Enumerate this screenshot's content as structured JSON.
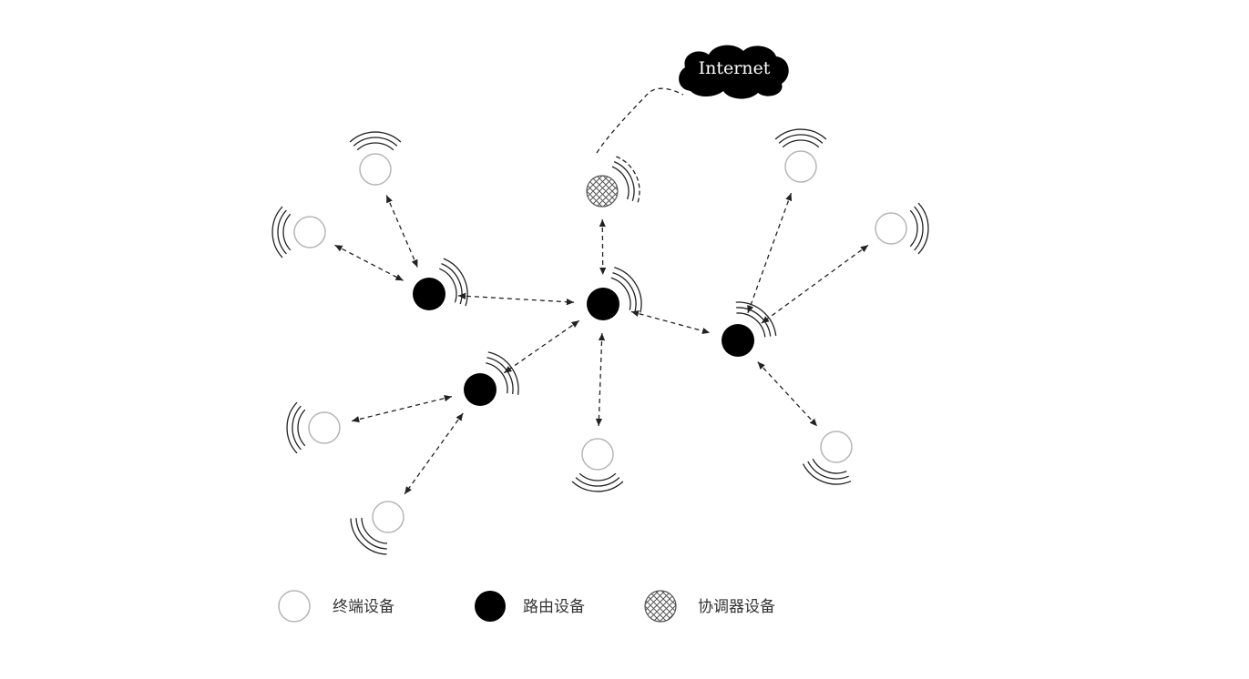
{
  "cloud": {
    "label": "Internet"
  },
  "legend": {
    "end_device": "终端设备",
    "router": "路由设备",
    "coordinator": "协调器设备"
  },
  "colors": {
    "stroke": "#222222",
    "end_device_stroke": "#b5b5b5",
    "router_fill": "#000000",
    "background": "#ffffff"
  },
  "nodes": [
    {
      "id": "coordinator",
      "type": "coordinator"
    },
    {
      "id": "router-center",
      "type": "router"
    },
    {
      "id": "router-left",
      "type": "router"
    },
    {
      "id": "router-lower-left",
      "type": "router"
    },
    {
      "id": "router-right",
      "type": "router"
    },
    {
      "id": "end-1",
      "type": "end"
    },
    {
      "id": "end-2",
      "type": "end"
    },
    {
      "id": "end-3",
      "type": "end"
    },
    {
      "id": "end-4",
      "type": "end"
    },
    {
      "id": "end-5",
      "type": "end"
    },
    {
      "id": "end-6",
      "type": "end"
    },
    {
      "id": "end-7",
      "type": "end"
    },
    {
      "id": "end-8",
      "type": "end"
    }
  ],
  "links": [
    [
      "coordinator",
      "router-center"
    ],
    [
      "router-left",
      "router-center"
    ],
    [
      "router-center",
      "router-right"
    ],
    [
      "router-center",
      "router-lower-left"
    ],
    [
      "end-1",
      "router-left"
    ],
    [
      "end-2",
      "router-left"
    ],
    [
      "end-3",
      "router-right"
    ],
    [
      "end-4",
      "router-right"
    ],
    [
      "router-right",
      "end-5"
    ],
    [
      "router-center",
      "end-6"
    ],
    [
      "router-lower-left",
      "end-7"
    ],
    [
      "router-lower-left",
      "end-8"
    ]
  ]
}
